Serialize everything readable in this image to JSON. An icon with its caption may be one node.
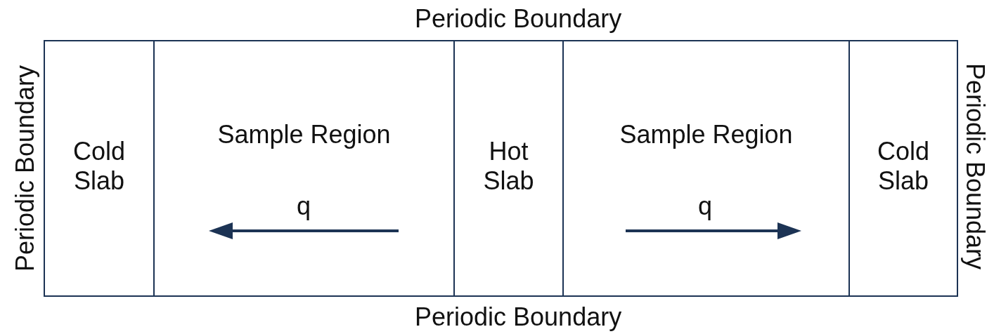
{
  "diagram": {
    "nodes": [
      {
        "text": [
          "Cold Slab"
        ]
      },
      {
        "text": [
          "Sample Region"
        ]
      },
      {
        "text": [
          "Hot Slab"
        ]
      },
      {
        "text": [
          "Sample Region"
        ]
      },
      {
        "text": [
          "Cold Slab"
        ]
      }
    ],
    "labels": [
      "Periodic Boundary",
      "Periodic Boundary",
      "q",
      "q",
      "Periodic Boundary",
      "Periodic Boundary"
    ]
  }
}
